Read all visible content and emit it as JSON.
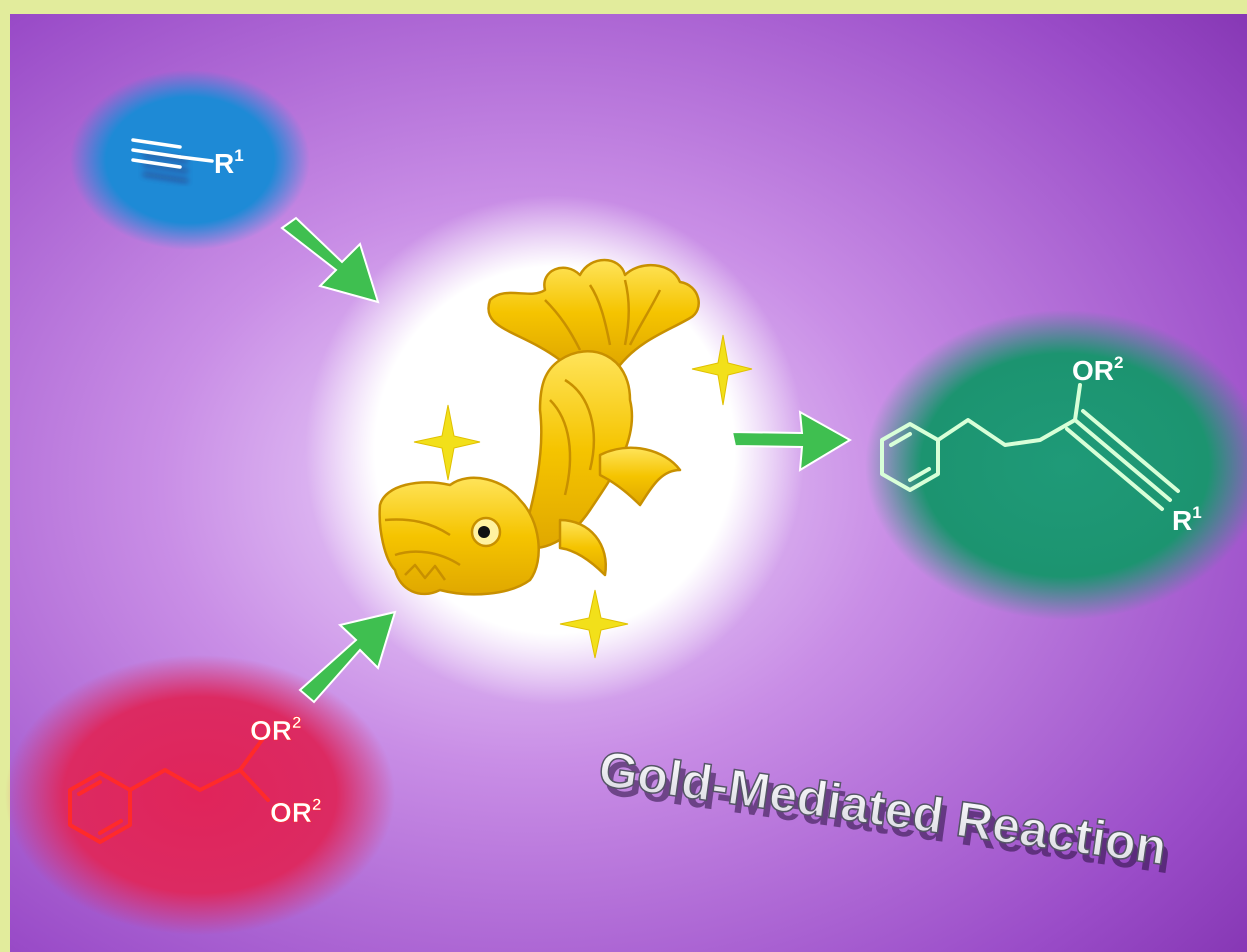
{
  "alkyne": {
    "r_label": "R",
    "r_sup": "1",
    "color": "#ffffff",
    "bubble_color": "#1e8ad6"
  },
  "acetal": {
    "top_label": "OR",
    "top_sup": "2",
    "bottom_label": "OR",
    "bottom_sup": "2",
    "color": "#ff2a2a",
    "bubble_color": "#e0245a"
  },
  "product": {
    "or_label": "OR",
    "or_sup": "2",
    "r_label": "R",
    "r_sup": "1",
    "color": "#d8ffd8",
    "bubble_color": "#1f9a78"
  },
  "catalyst": {
    "icon": "golden-shachihoko-icon",
    "color": "#f5c400"
  },
  "arrows": {
    "color": "#3fbf50"
  },
  "title": {
    "text": "Gold-Mediated Reaction"
  },
  "colors": {
    "frame": "#e2ec9c",
    "background": "#8a3fb8",
    "glow": "#ffffff"
  }
}
